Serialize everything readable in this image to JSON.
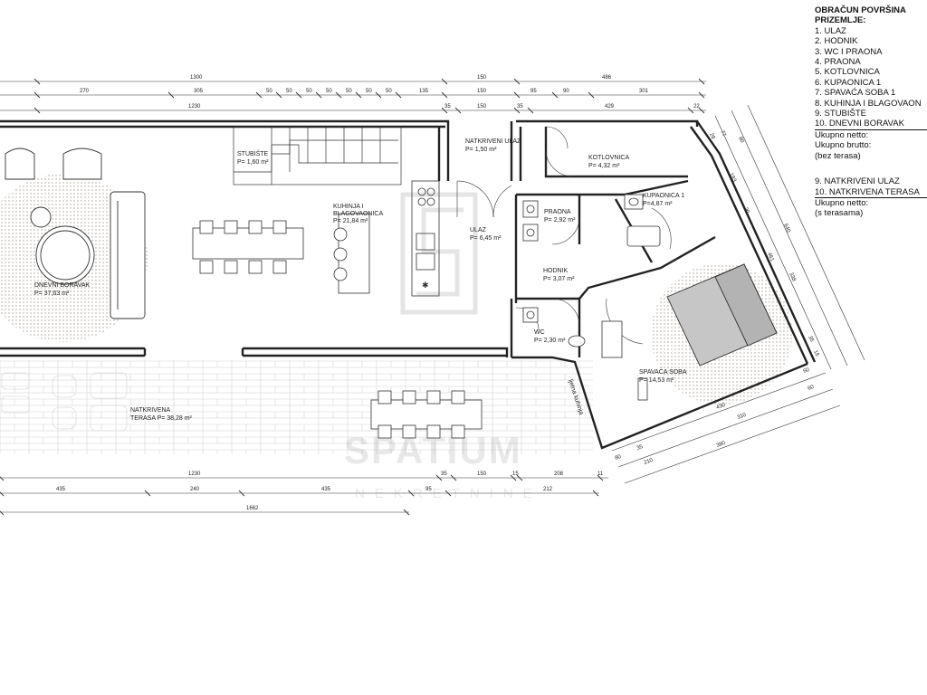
{
  "legend": {
    "title": "OBRAČUN POVRŠINA",
    "subtitle": "PRIZEMLJE:",
    "items": [
      "1. ULAZ",
      "2. HODNIK",
      "3. WC I PRAONA",
      "4. PRAONA",
      "5. KOTLOVNICA",
      "6. KUPAONICA 1",
      "7. SPAVAĆA SOBA 1",
      "8. KUHINJA I BLAGOVAON",
      "9. STUBIŠTE",
      "10. DNEVNI BORAVAK"
    ],
    "netto1": "Ukupno netto:",
    "brutto": "Ukupno brutto:",
    "bez": "(bez terasa)",
    "items2": [
      "9. NATKRIVENI ULAZ",
      "10. NATKRIVENA TERASA"
    ],
    "netto2": "Ukupno netto:",
    "sa": "(s terasama)"
  },
  "rooms": {
    "stubiste": {
      "name": "STUBIŠTE",
      "area": "P= 1,60 m²"
    },
    "natkriveni_ulaz": {
      "name": "NATKRIVENI ULAZ",
      "area": "P= 1,50 m²"
    },
    "kotlovnica": {
      "name": "KOTLOVNICA",
      "area": "P= 4,32 m²"
    },
    "kupaonica": {
      "name": "KUPAONICA 1",
      "area": "P=4,87 m²"
    },
    "praona": {
      "name": "PRAONA",
      "area": "P= 2,92 m²"
    },
    "kuhinja1": "KUHINJA I",
    "kuhinja2": "BLAGOVAONICA",
    "kuhinja_area": "P= 21,84 m²",
    "ulaz": {
      "name": "ULAZ",
      "area": "P= 6,45 m²"
    },
    "hodnik": {
      "name": "HODNIK",
      "area": "P= 3,07 m²"
    },
    "boravak": {
      "name": "DNEVNI BORAVAK",
      "area": "P= 37,63 m²"
    },
    "wc": {
      "name": "WC",
      "area": "P= 2,30 m²"
    },
    "spavaca": {
      "name": "SPAVAĆA SOBA",
      "area": "P= 14,53 m²"
    },
    "terasa1": "NATKRIVENA",
    "terasa2": "TERASA P= 38,28 m²",
    "ljetna": "ljetna kuhinja"
  },
  "dimensions": {
    "top1": [
      "1300",
      "150",
      "486"
    ],
    "top2": [
      "270",
      "305",
      "50",
      "50",
      "50",
      "50",
      "50",
      "50",
      "50",
      "135",
      "150",
      "95",
      "90",
      "301"
    ],
    "top3": [
      "1230",
      "35",
      "150",
      "35",
      "429",
      "22"
    ],
    "bottom1": [
      "1230",
      "35",
      "150",
      "15",
      "208",
      "11"
    ],
    "bottom2": [
      "435",
      "240",
      "435",
      "95",
      "212"
    ],
    "bottom3": [
      "1662"
    ],
    "right": [
      "77",
      "80",
      "29",
      "193",
      "20",
      "640",
      "461",
      "338",
      "35",
      "15",
      "60"
    ],
    "lower_right": [
      "60",
      "430",
      "310",
      "80",
      "35",
      "210",
      "380"
    ]
  },
  "watermark": {
    "brand": "SPATIUM",
    "sub": "NEKRETNINE"
  }
}
